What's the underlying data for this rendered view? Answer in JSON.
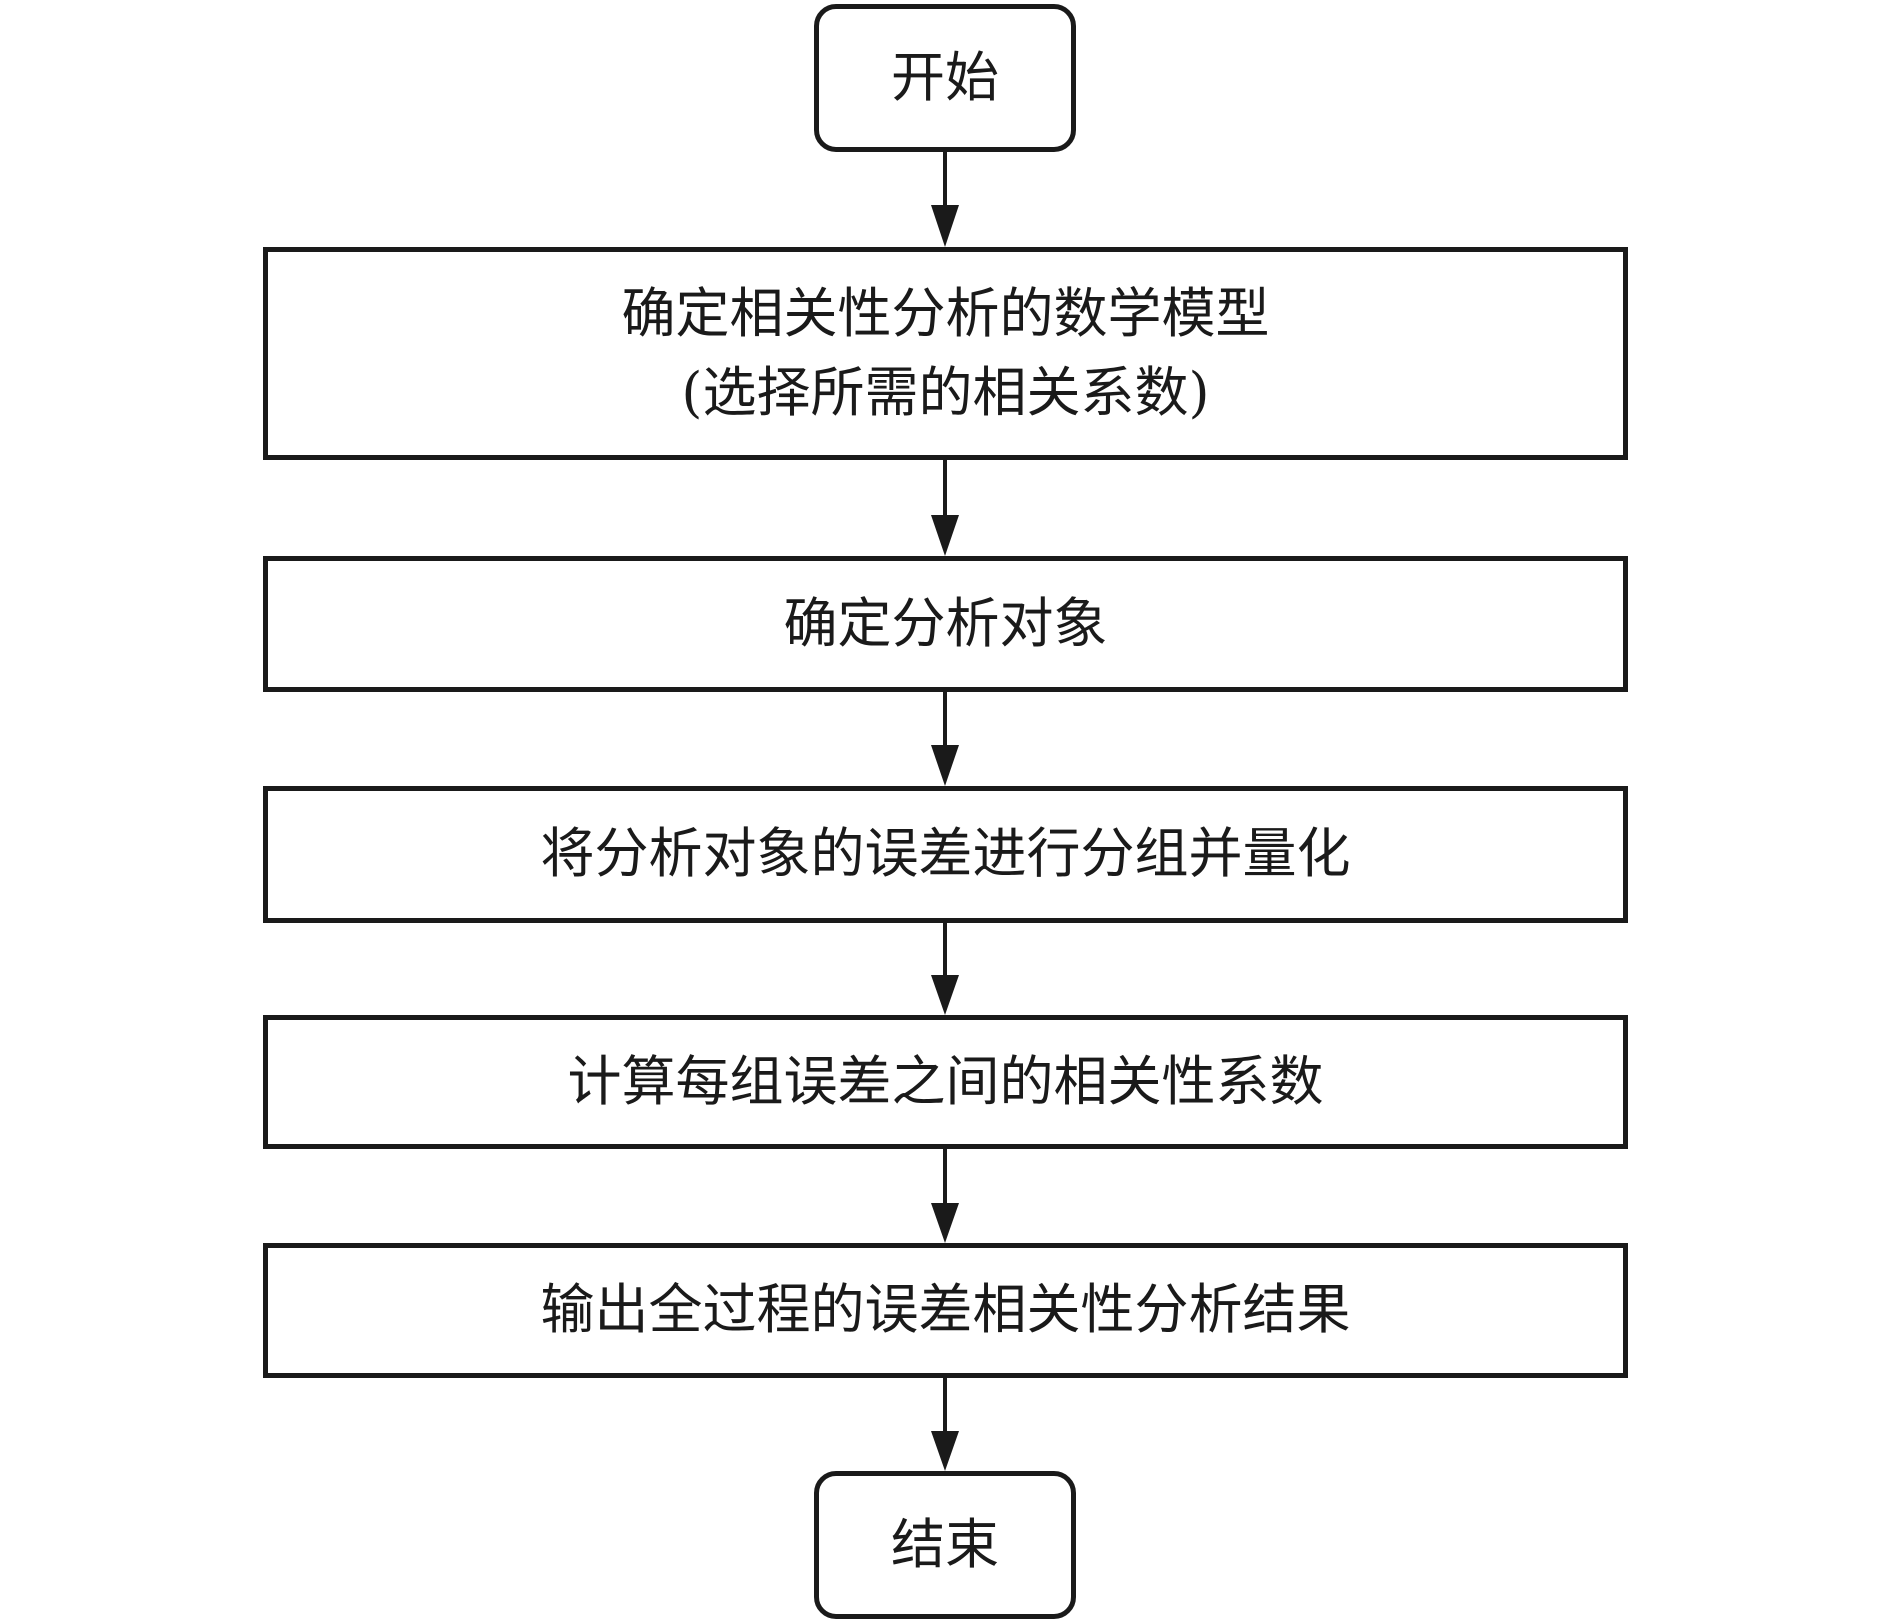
{
  "flowchart": {
    "start": "开始",
    "steps": [
      {
        "line1": "确定相关性分析的数学模型",
        "line2": "(选择所需的相关系数)"
      },
      {
        "line1": "确定分析对象"
      },
      {
        "line1": "将分析对象的误差进行分组并量化"
      },
      {
        "line1": "计算每组误差之间的相关性系数"
      },
      {
        "line1": "输出全过程的误差相关性分析结果"
      }
    ],
    "end": "结束"
  }
}
